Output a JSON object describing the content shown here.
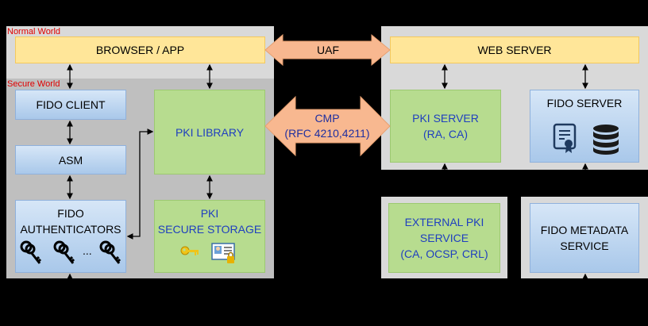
{
  "worlds": {
    "normal": "Normal World",
    "secure": "Secure World"
  },
  "boxes": {
    "browser": "BROWSER / APP",
    "web_server": "WEB SERVER",
    "fido_client": "FIDO CLIENT",
    "asm": "ASM",
    "fido_auth_line1": "FIDO",
    "fido_auth_line2": "AUTHENTICATORS",
    "pki_library": "PKI LIBRARY",
    "pki_storage_line1": "PKI",
    "pki_storage_line2": "SECURE STORAGE",
    "pki_server_line1": "PKI SERVER",
    "pki_server_line2": "(RA, CA)",
    "fido_server": "FIDO SERVER",
    "ext_pki_line1": "EXTERNAL PKI",
    "ext_pki_line2": "SERVICE",
    "ext_pki_line3": "(CA, OCSP, CRL)",
    "fido_meta_line1": "FIDO METADATA",
    "fido_meta_line2": "SERVICE"
  },
  "arrows": {
    "uaf": "UAF",
    "cmp_line1": "CMP",
    "cmp_line2": "(RFC 4210,4211)"
  },
  "ellipsis": "...",
  "icons": [
    "key-icon",
    "certificate-icon",
    "database-icon",
    "id-card-icon"
  ]
}
